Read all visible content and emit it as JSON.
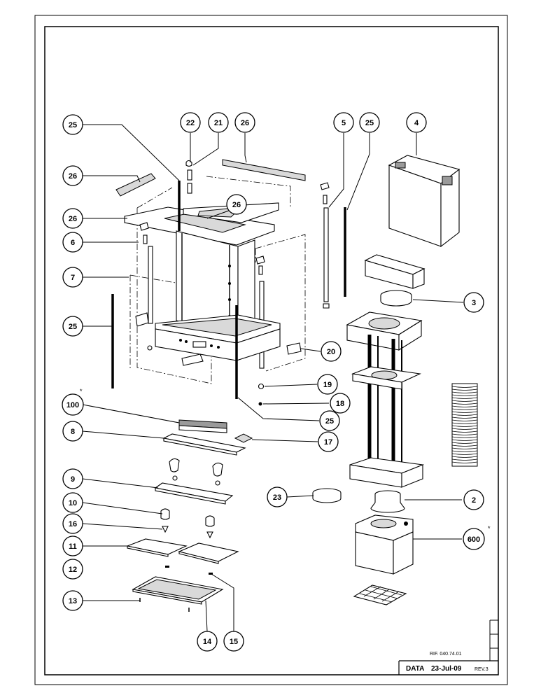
{
  "callouts": [
    {
      "id": "c-25a",
      "label": "25"
    },
    {
      "id": "c-22",
      "label": "22"
    },
    {
      "id": "c-21",
      "label": "21"
    },
    {
      "id": "c-26a",
      "label": "26"
    },
    {
      "id": "c-5",
      "label": "5"
    },
    {
      "id": "c-25b",
      "label": "25"
    },
    {
      "id": "c-4",
      "label": "4"
    },
    {
      "id": "c-26b",
      "label": "26"
    },
    {
      "id": "c-26c",
      "label": "26"
    },
    {
      "id": "c-26d",
      "label": "26"
    },
    {
      "id": "c-6",
      "label": "6"
    },
    {
      "id": "c-7",
      "label": "7"
    },
    {
      "id": "c-3",
      "label": "3"
    },
    {
      "id": "c-25c",
      "label": "25"
    },
    {
      "id": "c-20",
      "label": "20"
    },
    {
      "id": "c-19",
      "label": "19"
    },
    {
      "id": "c-18",
      "label": "18"
    },
    {
      "id": "c-100",
      "label": "100"
    },
    {
      "id": "c-25d",
      "label": "25"
    },
    {
      "id": "c-8",
      "label": "8"
    },
    {
      "id": "c-17",
      "label": "17"
    },
    {
      "id": "c-9",
      "label": "9"
    },
    {
      "id": "c-23",
      "label": "23"
    },
    {
      "id": "c-2",
      "label": "2"
    },
    {
      "id": "c-10",
      "label": "10"
    },
    {
      "id": "c-16",
      "label": "16"
    },
    {
      "id": "c-11",
      "label": "11"
    },
    {
      "id": "c-600",
      "label": "600"
    },
    {
      "id": "c-12",
      "label": "12"
    },
    {
      "id": "c-13",
      "label": "13"
    },
    {
      "id": "c-14",
      "label": "14"
    },
    {
      "id": "c-15",
      "label": "15"
    }
  ],
  "markers": {
    "star_100": "*",
    "star_600": "*"
  },
  "title_block": {
    "ref_text": "RIF. 040.74.01",
    "date_label": "DATA",
    "date_value": "23-Jul-09",
    "rev_text": "REV.3"
  }
}
